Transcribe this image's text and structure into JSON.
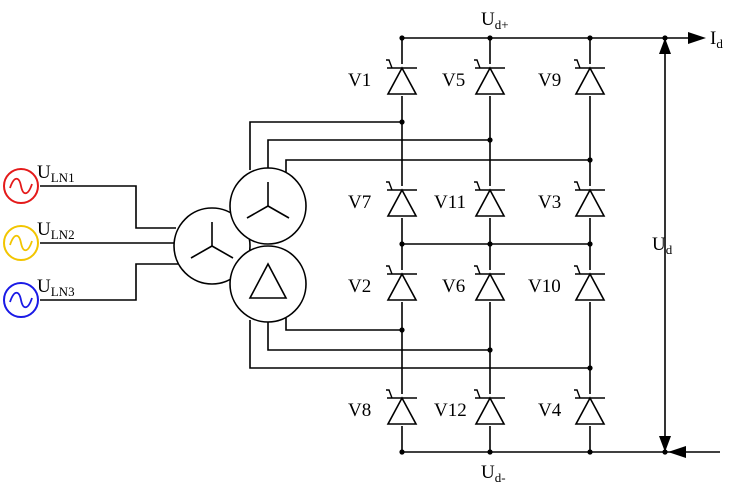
{
  "diagram": {
    "thyristors": {
      "v1": "V1",
      "v5": "V5",
      "v9": "V9",
      "v7": "V7",
      "v11": "V11",
      "v3": "V3",
      "v2": "V2",
      "v6": "V6",
      "v10": "V10",
      "v8": "V8",
      "v12": "V12",
      "v4": "V4"
    },
    "dc_output": {
      "positive_rail": {
        "base": "U",
        "sub": "d+"
      },
      "negative_rail": {
        "base": "U",
        "sub": "d-"
      },
      "voltage": {
        "base": "U",
        "sub": "d"
      },
      "current": {
        "base": "I",
        "sub": "d"
      }
    },
    "sources": [
      {
        "base": "U",
        "sub": "LN1",
        "color": "#e41a1a"
      },
      {
        "base": "U",
        "sub": "LN2",
        "color": "#f2c500"
      },
      {
        "base": "U",
        "sub": "LN3",
        "color": "#1a1ae6"
      }
    ]
  }
}
